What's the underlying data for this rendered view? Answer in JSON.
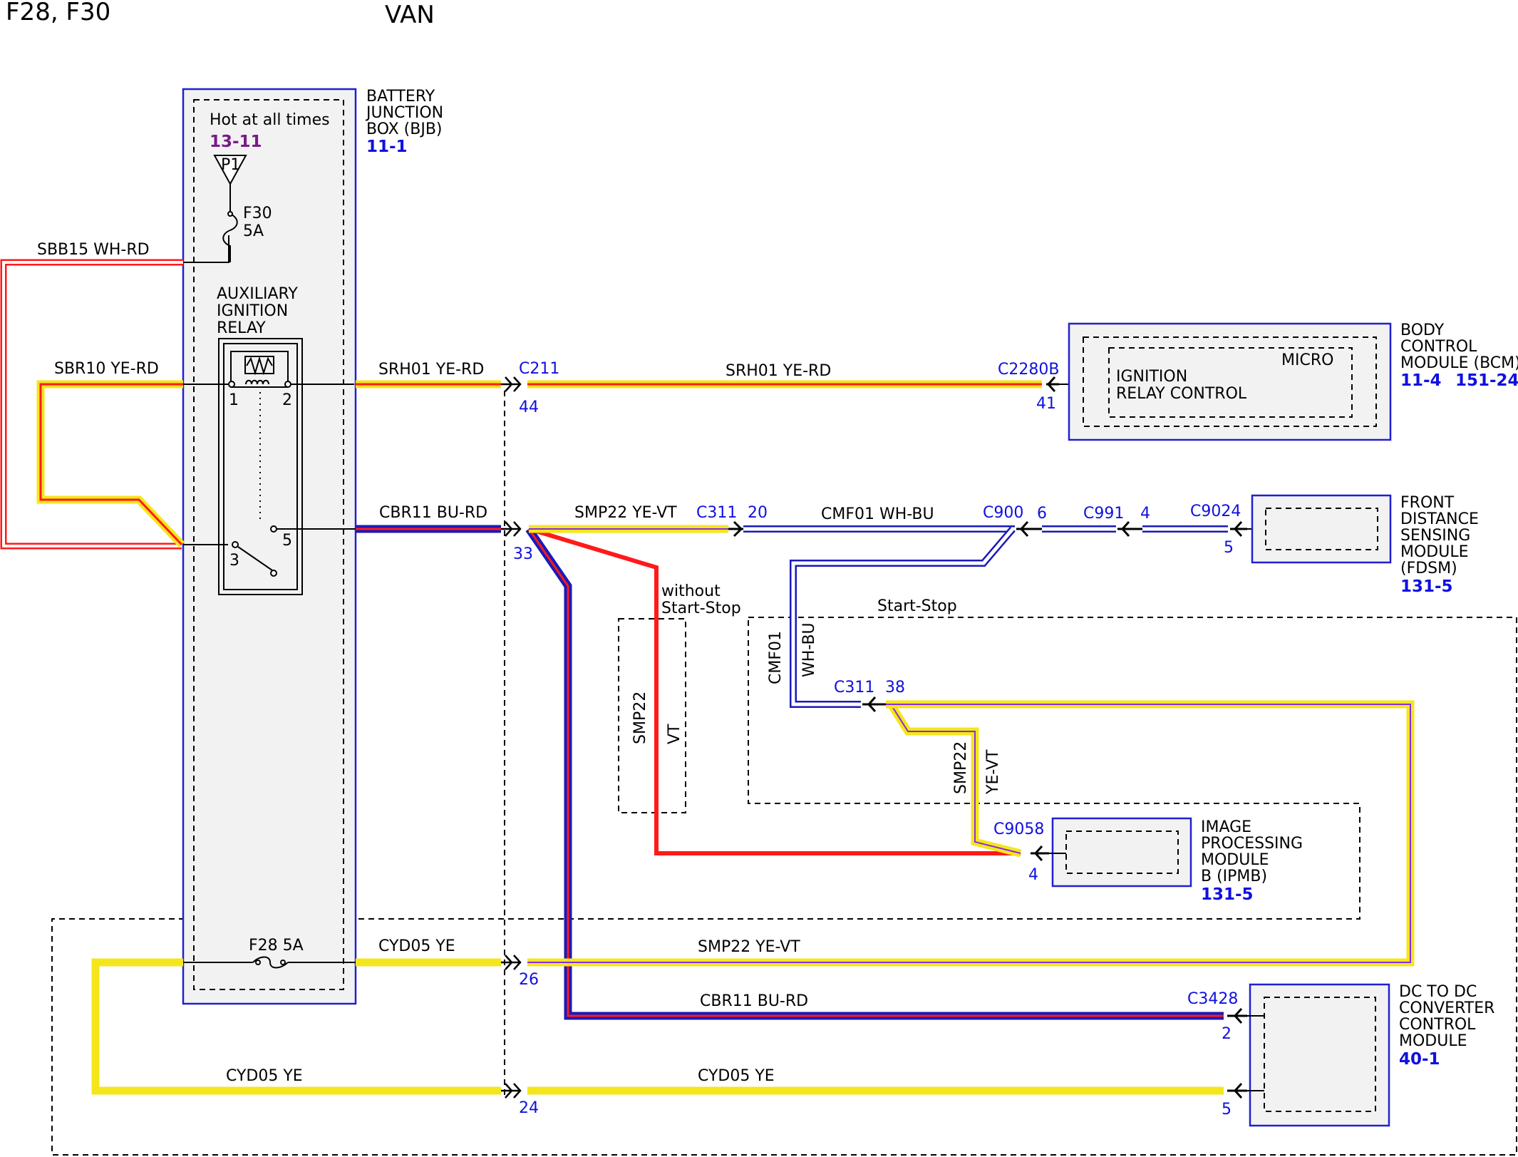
{
  "header": {
    "fuses": "F28, F30",
    "variant": "VAN"
  },
  "bjb": {
    "name_lines": [
      "BATTERY",
      "JUNCTION",
      "BOX (BJB)"
    ],
    "ref": "11-1",
    "hot_label": "Hot at all times",
    "hot_ref": "13-11",
    "p1_label": "P1",
    "f30_label": "F30",
    "f30_rating": "5A",
    "relay_lines": [
      "AUXILIARY",
      "IGNITION",
      "RELAY"
    ],
    "relay_pins": [
      "1",
      "2",
      "3",
      "5"
    ],
    "f28_label": "F28  5A"
  },
  "wires": {
    "sbb15": "SBB15  WH-RD",
    "sbr10": "SBR10  YE-RD",
    "srh01_a": "SRH01  YE-RD",
    "srh01_b": "SRH01  YE-RD",
    "cbr11_a": "CBR11  BU-RD",
    "smp22_a": "SMP22  YE-VT",
    "cmf01_h": "CMF01  WH-BU",
    "cmf01_v1": "CMF01",
    "cmf01_v2": "WH-BU",
    "smp22_v1": "SMP22",
    "smp22_v2": "YE-VT",
    "smp22_wo1": "SMP22",
    "smp22_wo2": "VT",
    "cyd05_a": "CYD05  YE",
    "smp22_b": "SMP22  YE-VT",
    "cbr11_b": "CBR11  BU-RD",
    "cyd05_b": "CYD05  YE",
    "cyd05_c": "CYD05  YE"
  },
  "connectors": {
    "c211": "C211",
    "pin44": "44",
    "pin33": "33",
    "pin26": "26",
    "pin24": "24",
    "c2280b": "C2280B",
    "pin41": "41",
    "c311_20": "C311",
    "pin20": "20",
    "c900": "C900",
    "pin6": "6",
    "c991": "C991",
    "pin4a": "4",
    "c9024": "C9024",
    "pin5a": "5",
    "c311_38": "C311",
    "pin38": "38",
    "c9058": "C9058",
    "pin4b": "4",
    "c3428": "C3428",
    "pin2": "2",
    "pin5b": "5"
  },
  "options": {
    "without_line1": "without",
    "without_line2": "Start-Stop",
    "start_stop": "Start-Stop"
  },
  "bcm": {
    "name_lines": [
      "BODY",
      "CONTROL",
      "MODULE (BCM)"
    ],
    "refs": [
      "11-4",
      "151-24"
    ],
    "micro": "MICRO",
    "inner_lines": [
      "IGNITION",
      "RELAY CONTROL"
    ]
  },
  "fdsm": {
    "name_lines": [
      "FRONT",
      "DISTANCE",
      "SENSING",
      "MODULE",
      "(FDSM)"
    ],
    "ref": "131-5"
  },
  "ipmb": {
    "name_lines": [
      "IMAGE",
      "PROCESSING",
      "MODULE",
      "B (IPMB)"
    ],
    "ref": "131-5"
  },
  "dcdc": {
    "name_lines": [
      "DC TO DC",
      "CONVERTER",
      "CONTROL",
      "MODULE"
    ],
    "ref": "40-1"
  },
  "colors": {
    "yellow": "#f4e61c",
    "red": "#ff1a1a",
    "blue": "#1a1ab8",
    "white": "#ffffff",
    "violet": "#8a2be2",
    "module_border": "#2020d0",
    "connector_text": "#1010e0",
    "ref_purple": "#7a1a8a"
  }
}
